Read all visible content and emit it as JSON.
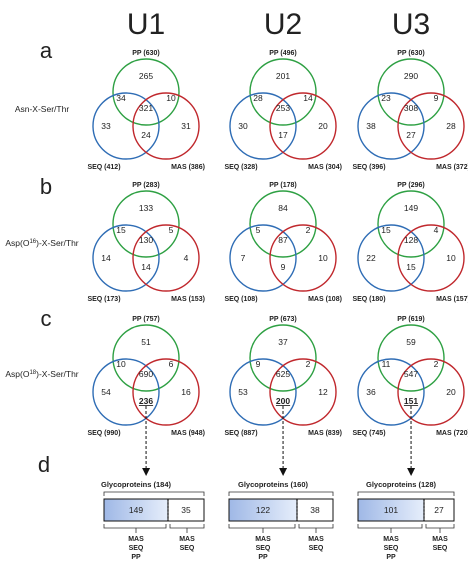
{
  "columns": [
    "U1",
    "U2",
    "U3"
  ],
  "rows": [
    {
      "letter": "a",
      "label": "Asn-X-Ser/Thr",
      "venns": [
        {
          "pp": "PP (630)",
          "seq": "SEQ (412)",
          "mas": "MAS (386)",
          "regions": {
            "pp_only": "265",
            "pp_seq": "34",
            "pp_mas": "10",
            "all": "321",
            "seq_only": "33",
            "seq_mas": "24",
            "mas_only": "31"
          }
        },
        {
          "pp": "PP (496)",
          "seq": "SEQ (328)",
          "mas": "MAS (304)",
          "regions": {
            "pp_only": "201",
            "pp_seq": "28",
            "pp_mas": "14",
            "all": "253",
            "seq_only": "30",
            "seq_mas": "17",
            "mas_only": "20"
          }
        },
        {
          "pp": "PP (630)",
          "seq": "SEQ (396)",
          "mas": "MAS (372)",
          "regions": {
            "pp_only": "290",
            "pp_seq": "23",
            "pp_mas": "9",
            "all": "308",
            "seq_only": "38",
            "seq_mas": "27",
            "mas_only": "28"
          }
        }
      ]
    },
    {
      "letter": "b",
      "label": "Asp(O16)-X-Ser/Thr",
      "venns": [
        {
          "pp": "PP (283)",
          "seq": "SEQ (173)",
          "mas": "MAS (153)",
          "regions": {
            "pp_only": "133",
            "pp_seq": "15",
            "pp_mas": "5",
            "all": "130",
            "seq_only": "14",
            "seq_mas": "14",
            "mas_only": "4"
          }
        },
        {
          "pp": "PP (178)",
          "seq": "SEQ (108)",
          "mas": "MAS (108)",
          "regions": {
            "pp_only": "84",
            "pp_seq": "5",
            "pp_mas": "2",
            "all": "87",
            "seq_only": "7",
            "seq_mas": "9",
            "mas_only": "10"
          }
        },
        {
          "pp": "PP (296)",
          "seq": "SEQ (180)",
          "mas": "MAS (157)",
          "regions": {
            "pp_only": "149",
            "pp_seq": "15",
            "pp_mas": "4",
            "all": "128",
            "seq_only": "22",
            "seq_mas": "15",
            "mas_only": "10"
          }
        }
      ]
    },
    {
      "letter": "c",
      "label": "Asp(O18)-X-Ser/Thr",
      "venns": [
        {
          "pp": "PP (757)",
          "seq": "SEQ (990)",
          "mas": "MAS (948)",
          "regions": {
            "pp_only": "51",
            "pp_seq": "10",
            "pp_mas": "6",
            "all": "690",
            "seq_only": "54",
            "seq_mas": "236",
            "mas_only": "16"
          }
        },
        {
          "pp": "PP (673)",
          "seq": "SEQ (887)",
          "mas": "MAS (839)",
          "regions": {
            "pp_only": "37",
            "pp_seq": "9",
            "pp_mas": "2",
            "all": "625",
            "seq_only": "53",
            "seq_mas": "200",
            "mas_only": "12"
          }
        },
        {
          "pp": "PP (619)",
          "seq": "SEQ (745)",
          "mas": "MAS (720)",
          "regions": {
            "pp_only": "59",
            "pp_seq": "11",
            "pp_mas": "2",
            "all": "547",
            "seq_only": "36",
            "seq_mas": "151",
            "mas_only": "20"
          }
        }
      ]
    }
  ],
  "panel_d": {
    "letter": "d",
    "items": [
      {
        "title": "Glycoproteins (184)",
        "left": "149",
        "right": "35"
      },
      {
        "title": "Glycoproteins (160)",
        "left": "122",
        "right": "38"
      },
      {
        "title": "Glycoproteins (128)",
        "left": "101",
        "right": "27"
      }
    ],
    "left_category": [
      "MAS",
      "SEQ",
      "PP"
    ],
    "right_category": [
      "MAS",
      "SEQ"
    ]
  },
  "colors": {
    "pp": "#2ea043",
    "seq": "#2f6db5",
    "mas": "#c0282d",
    "box_fill_light": "#e6eefb",
    "box_fill_dark": "#9fb8e6"
  }
}
